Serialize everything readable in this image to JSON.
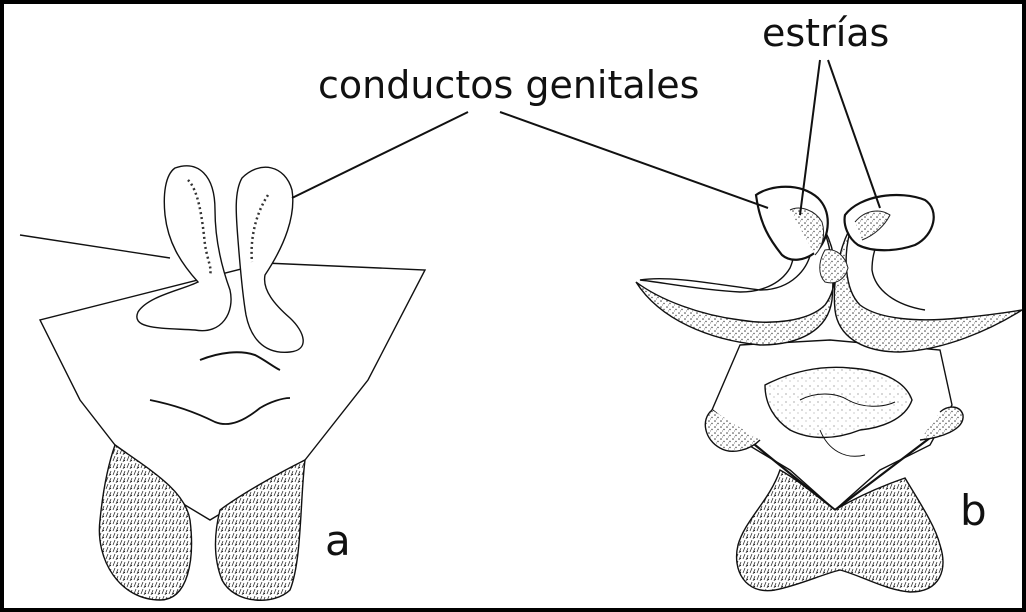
{
  "labels": {
    "ducts": "conductos genitales",
    "striae": "estrías",
    "panel_a": "a",
    "panel_b": "b"
  },
  "colors": {
    "ink": "#111111",
    "stipple": "#555555",
    "background": "#ffffff"
  }
}
